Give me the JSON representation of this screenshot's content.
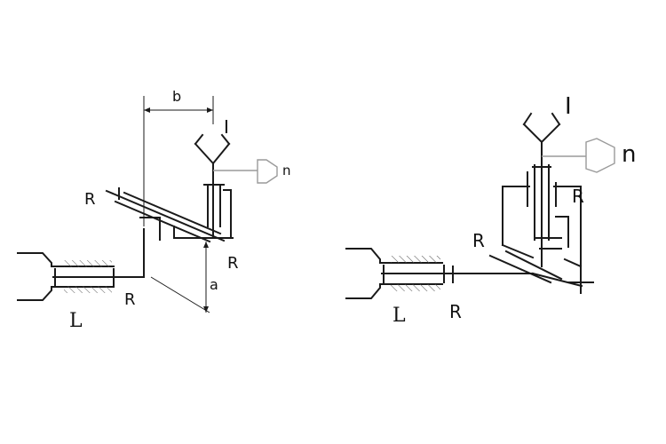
{
  "diagram": {
    "left": {
      "labels": {
        "dim_b": "b",
        "dim_a": "a",
        "tool": "I",
        "side_tool": "n",
        "joint_upper": "R",
        "joint_right": "R",
        "joint_lower": "R",
        "base": "L"
      }
    },
    "right": {
      "labels": {
        "tool": "I",
        "side_tool": "n",
        "joint_upper": "R",
        "joint_mid": "R",
        "joint_lower": "R",
        "base": "L"
      }
    }
  }
}
